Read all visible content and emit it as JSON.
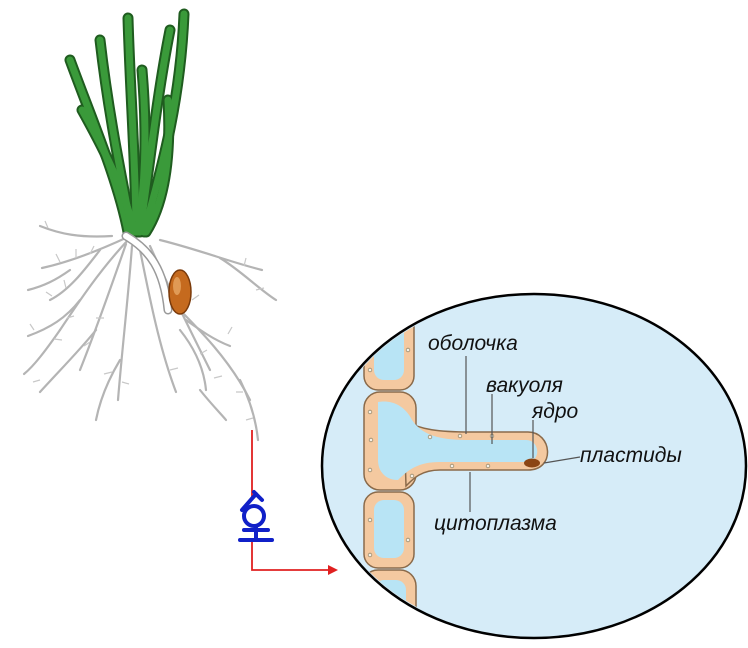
{
  "labels": {
    "membrane": "оболочка",
    "vacuole": "вакуоля",
    "nucleus": "ядро",
    "plastids": "пластиды",
    "cytoplasm": "цитоплазма"
  },
  "icons": {
    "microscope": "microscope-icon"
  },
  "colors": {
    "leaf": "#2e8a2e",
    "leaf_dark": "#1f5c1f",
    "root": "#b4b4b4",
    "seed": "#c56a1e",
    "lens_fill": "#d6ecf8",
    "cell_wall": "#f4c9a0",
    "vacuole": "#b8e4f5",
    "nucleus": "#8b4513",
    "arrow": "#e02020",
    "microscope": "#1020c8",
    "label_text": "#111111"
  }
}
